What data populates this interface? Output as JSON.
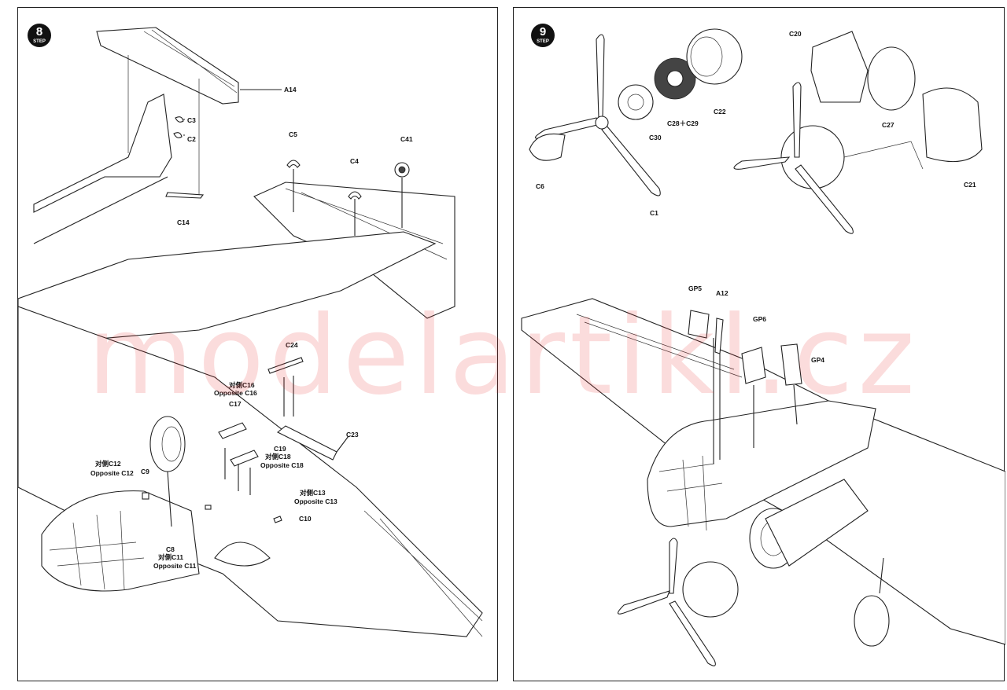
{
  "left_page": {
    "step_number": "8",
    "step_label": "STEP",
    "labels": {
      "A14": "A14",
      "C3": "C3",
      "C2": "C2",
      "C14": "C14",
      "C5": "C5",
      "C4": "C4",
      "C41": "C41",
      "C24": "C24",
      "C16_a": "对側C16",
      "C16_b": "Opposite C16",
      "C17": "C17",
      "C19": "C19",
      "C18_a": "对側C18",
      "C18_b": "Opposite C18",
      "C23": "C23",
      "C12_a": "对側C12",
      "C12_b": "Opposite C12",
      "C9": "C9",
      "C13_a": "对側C13",
      "C13_b": "Opposite C13",
      "C10": "C10",
      "C8": "C8",
      "C11_a": "对側C11",
      "C11_b": "Opposite C11"
    }
  },
  "right_page": {
    "step_number": "9",
    "step_label": "STEP",
    "labels": {
      "C6": "C6",
      "C1": "C1",
      "C30": "C30",
      "C28_C29": "C28＋C29",
      "C22": "C22",
      "C20": "C20",
      "C27": "C27",
      "C21": "C21",
      "GP5": "GP5",
      "A12": "A12",
      "GP6": "GP6",
      "GP4": "GP4"
    }
  },
  "watermark": "modelartikl.cz"
}
